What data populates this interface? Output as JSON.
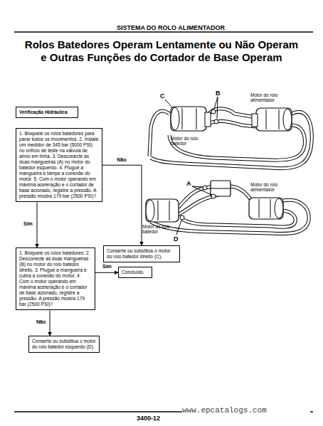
{
  "diagram": {
    "title": "Rolos Batedores Operam Lentamente ou Não Operam e Outras Funções do Cortador de Base Operam",
    "nodes": [
      {
        "text": [
          "Verificação Hidráulica"
        ]
      },
      {
        "text": [
          "1. Bloqueie os rolos batedores para parar todos os movimentos. 2. Instale um medidor de 345 bar (5000 PSI) no orifício de teste na válvula de alívio em linha. 3. Desconecte as duas mangueiras (A) no motor do batedor esquerdo. 4. Plugue a mangueira e tampe a conexão do motor. 5. Com o motor operando em máxima aceleração e o cortador de base acionado, registre a pressão. A pressão mostra 179 bar (2500 PSI)?"
        ]
      },
      {
        "text": [
          "Conserte ou substitua o motor do rolo batedor direito (C)."
        ]
      },
      {
        "text": [
          "1. Bloqueie os rolos batedores. 2. Desconecte as duas mangueiras (B) no motor do rolo batedor direito. 3. Plugue a mangueira e cubra a conexão do motor. 4. Com o motor operando em máxima aceleração e o cortador de base acionado, registre a pressão. A pressão mostra 179 bar (2500 PSI)?"
        ]
      },
      {
        "text": [
          "Concluído."
        ]
      },
      {
        "text": [
          "Conserte ou substitua o motor do rolo batedor esquerdo (D)."
        ]
      }
    ],
    "edges": [
      {
        "from": 1,
        "to": 2,
        "label": "Não",
        "arrow": "to"
      },
      {
        "from": 1,
        "to": 3,
        "label": "Sim",
        "arrow": "to"
      },
      {
        "from": 3,
        "to": 4,
        "label": "Sim",
        "arrow": "to"
      },
      {
        "from": 3,
        "to": 5,
        "label": "Não",
        "arrow": "to"
      }
    ],
    "labels": [
      "SISTEMA DO ROLO ALIMENTADOR",
      "C",
      "B",
      "Motor do rolo alimentador",
      "Motor do rolo batedor",
      "A",
      "Motor do rolo alimentador",
      "Motor do rolo batedor",
      "D",
      "3400-12",
      "www.epcatalogs.com"
    ]
  }
}
